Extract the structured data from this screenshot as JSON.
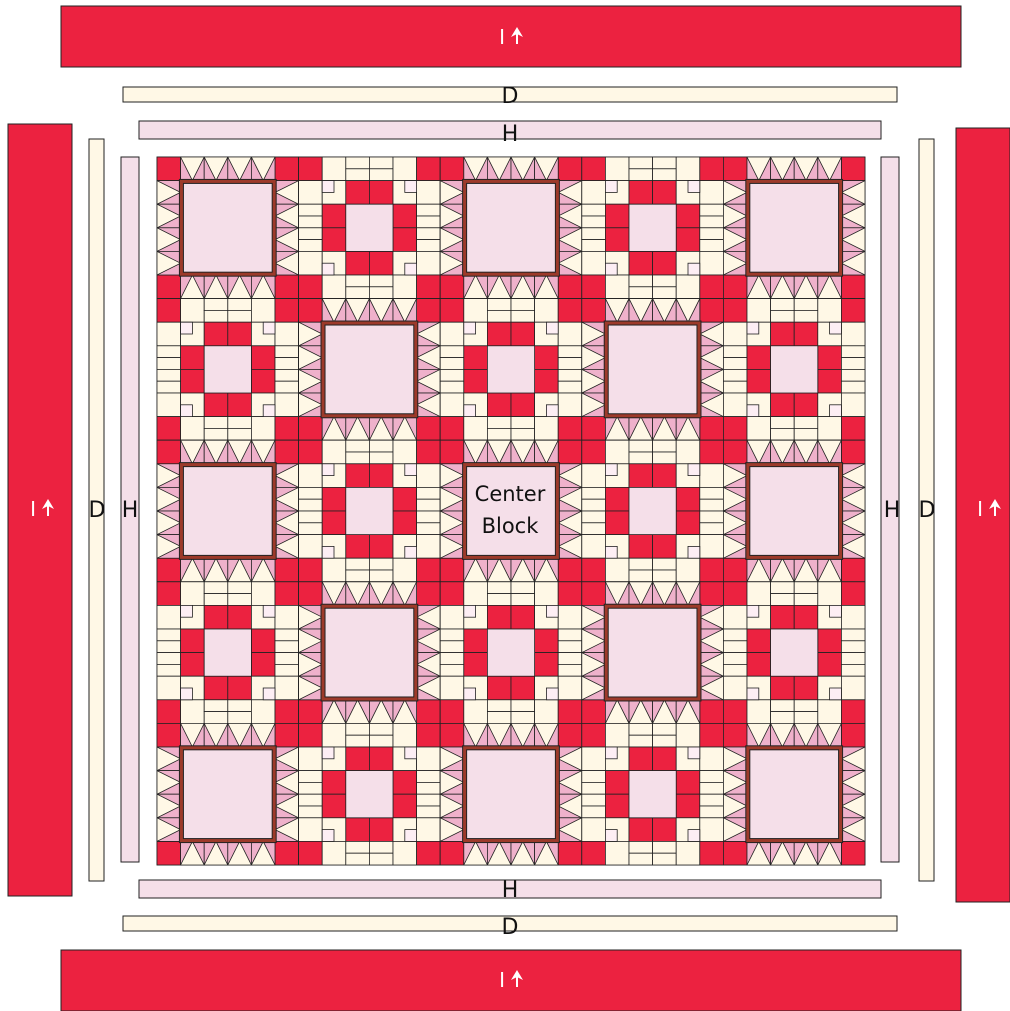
{
  "colors": {
    "red": "#ec2240",
    "cream": "#fff8e6",
    "light_pink": "#f5dfe9",
    "medium_pink": "#efb1cb",
    "brown": "#9d3a2a",
    "outline": "#222222",
    "white": "#ffffff"
  },
  "labels": {
    "outer_border": "I",
    "outer_border_arrow": "direction-arrow-icon",
    "middle_border": "D",
    "inner_border": "H",
    "center_line1": "Center",
    "center_line2": "Block"
  },
  "quilt": {
    "rows": 5,
    "cols": 5,
    "block_pattern": "alternating square-in-square (flying geese frame) and nine-patch blocks"
  }
}
